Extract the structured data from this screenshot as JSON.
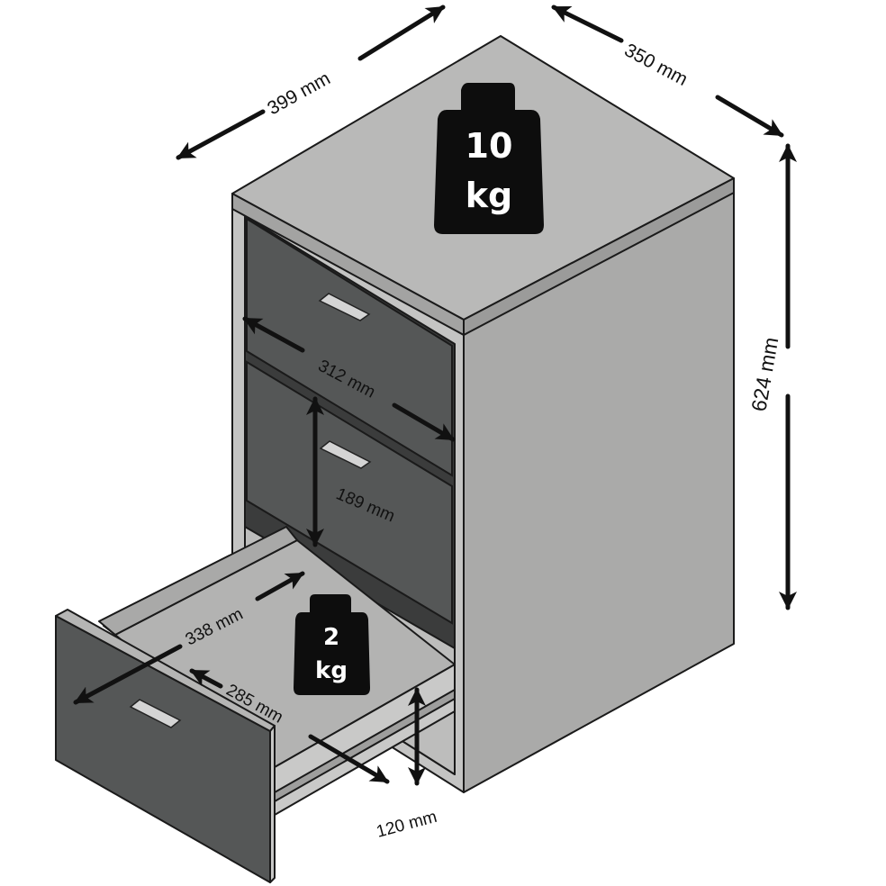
{
  "colors": {
    "background": "#ffffff",
    "top_face": "#b9b9b8",
    "side_face": "#aaaaa9",
    "front_frame": "#c4c4c3",
    "drawer_front": "#555757",
    "drawer_interior": "#b3b3b2",
    "handle": "#d4d4d4",
    "outline": "#1a1a1a",
    "weight_block": "#0d0d0d",
    "arrow": "#111111"
  },
  "dimensions": {
    "width": "399 mm",
    "depth": "350 mm",
    "height": "624 mm",
    "drawer_inner_width": "312 mm",
    "drawer_front_height": "189 mm",
    "drawer_inner_depth": "338 mm",
    "drawer_inner_width_bottom": "285 mm",
    "drawer_inner_height": "120 mm"
  },
  "load_ratings": {
    "top": {
      "value": "10",
      "unit": "kg",
      "icon": "weight-icon"
    },
    "drawer": {
      "value": "2",
      "unit": "kg",
      "icon": "weight-icon"
    }
  }
}
